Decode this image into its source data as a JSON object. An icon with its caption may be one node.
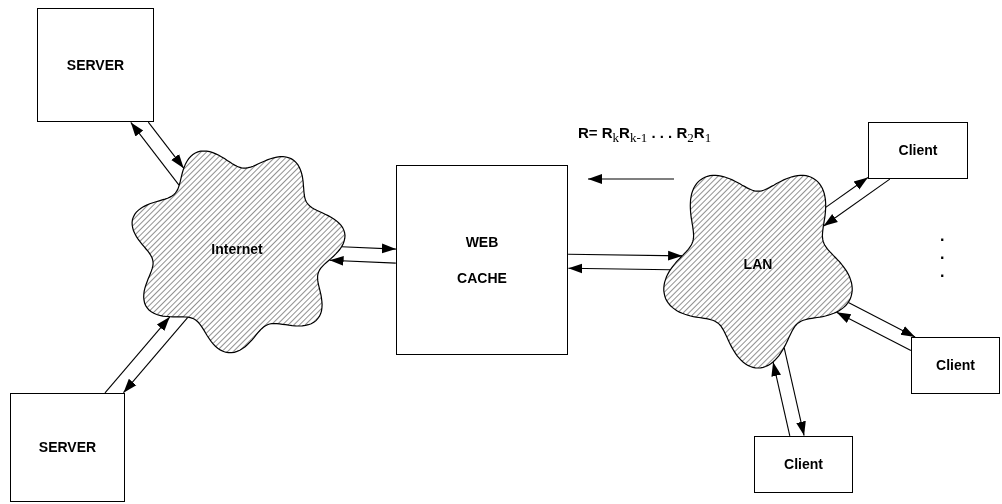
{
  "diagram": {
    "nodes": [
      {
        "text": [
          "SERVER"
        ]
      },
      {
        "text": [
          "Internet"
        ]
      },
      {
        "text": [
          "WEB CACHE"
        ]
      },
      {
        "text": [
          "LAN"
        ]
      },
      {
        "text": [
          "Client"
        ]
      },
      {
        "text": [
          "Client"
        ]
      },
      {
        "text": [
          "Client"
        ]
      },
      {
        "text": [
          "SERVER"
        ]
      }
    ],
    "edges": [
      {
        "from": 0,
        "to": 1,
        "arrow": "to"
      },
      {
        "from": 1,
        "to": 0,
        "arrow": "to"
      },
      {
        "from": 1,
        "to": 2,
        "arrow": "to"
      },
      {
        "from": 2,
        "to": 1,
        "arrow": "to"
      },
      {
        "from": 2,
        "to": 3,
        "arrow": "to"
      },
      {
        "from": 3,
        "to": 2,
        "arrow": "to"
      },
      {
        "from": 3,
        "to": 4,
        "arrow": "to"
      },
      {
        "from": 4,
        "to": 3,
        "arrow": "to"
      },
      {
        "from": 3,
        "to": 5,
        "arrow": "to"
      },
      {
        "from": 5,
        "to": 3,
        "arrow": "to"
      },
      {
        "from": 3,
        "to": 6,
        "arrow": "to"
      },
      {
        "from": 6,
        "to": 3,
        "arrow": "to"
      },
      {
        "from": 7,
        "to": 1,
        "arrow": "to"
      },
      {
        "from": 1,
        "to": 7,
        "arrow": "to"
      }
    ],
    "labels": [
      "R= R$_{k}$R$_{k-1}$ . . . R$_{2}$R$_{1}$",
      ".",
      ".",
      "."
    ]
  }
}
